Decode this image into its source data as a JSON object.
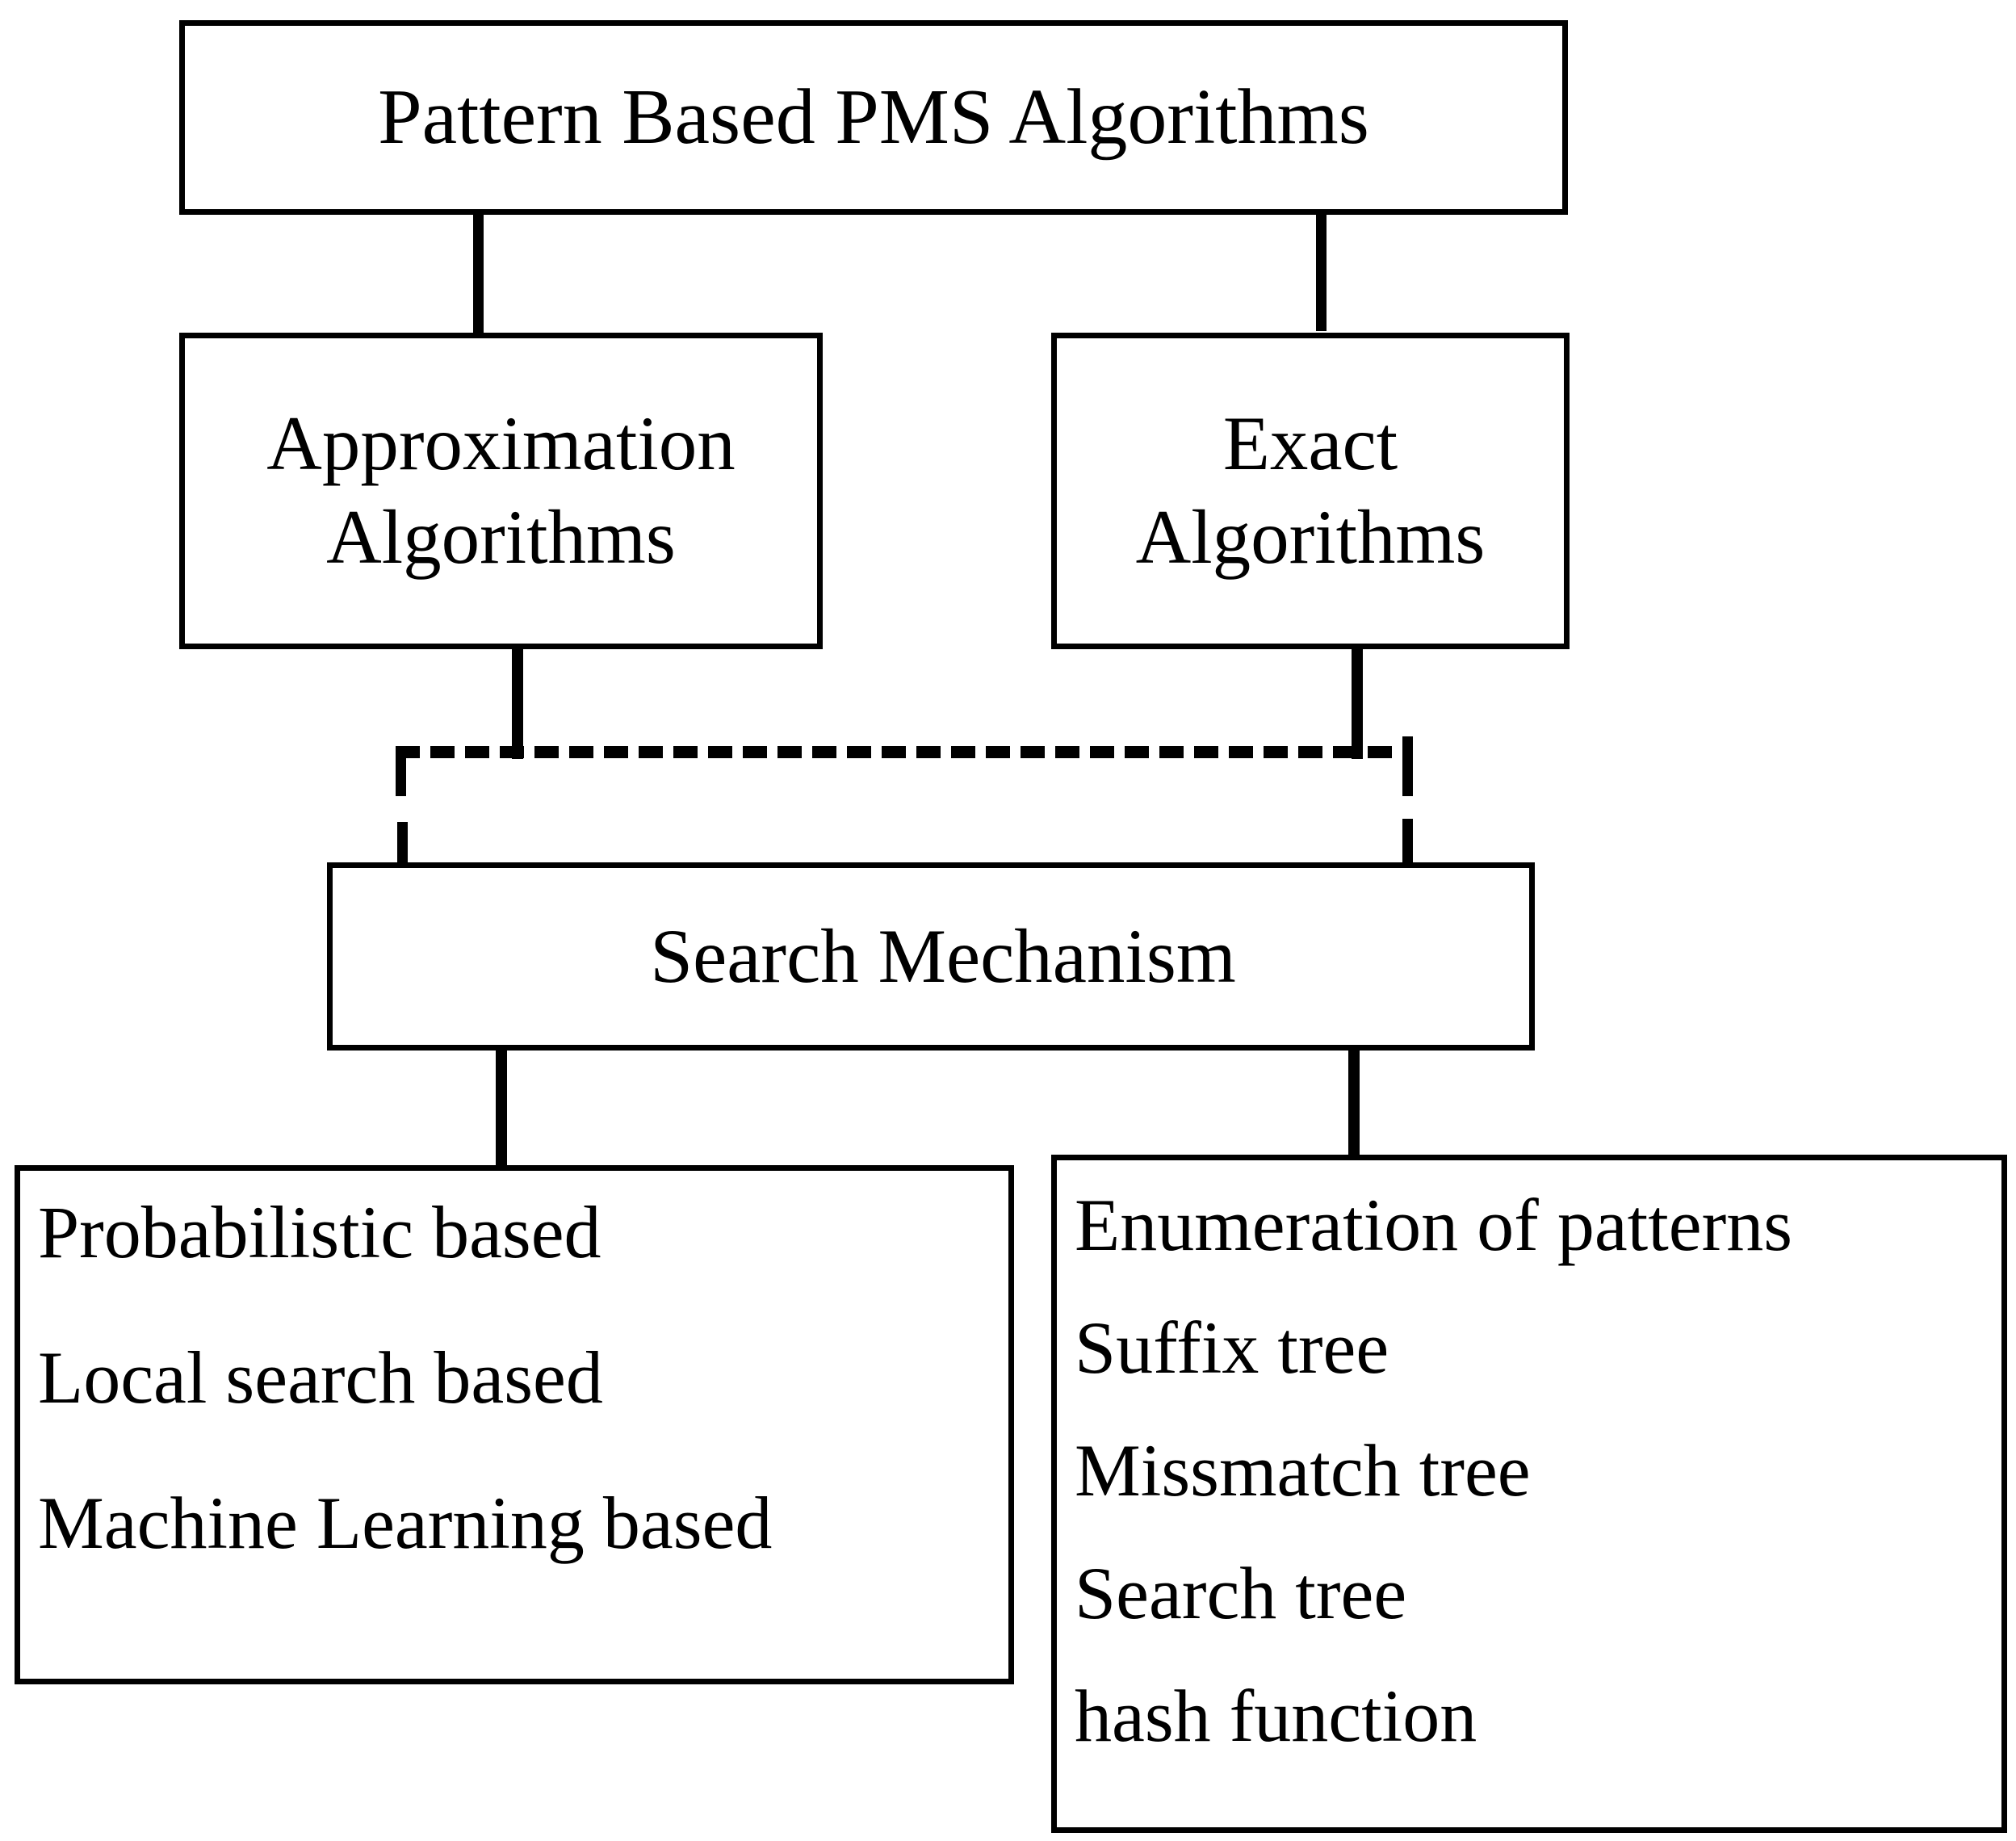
{
  "diagram": {
    "title": "Pattern Based PMS Algorithms",
    "type": "hierarchy-flowchart",
    "colors": {
      "stroke": "#000000",
      "fill": "#ffffff",
      "text": "#000000"
    },
    "nodes": {
      "root": {
        "label": "Pattern Based PMS Algorithms"
      },
      "approximation": {
        "label": "Approximation\nAlgorithms"
      },
      "exact": {
        "label": "Exact\nAlgorithms"
      },
      "search_mechanism": {
        "label": "Search Mechanism"
      },
      "approximation_methods": {
        "items": [
          "Probabilistic based",
          "Local search based",
          "Machine Learning based"
        ]
      },
      "exact_methods": {
        "items": [
          "Enumeration of patterns",
          "Suffix tree",
          "Missmatch tree",
          "Search tree",
          "hash function"
        ]
      }
    },
    "edges": [
      {
        "from": "root",
        "to": "approximation",
        "style": "solid"
      },
      {
        "from": "root",
        "to": "exact",
        "style": "solid"
      },
      {
        "from": "approximation",
        "to": "search_mechanism",
        "style": "dashed"
      },
      {
        "from": "exact",
        "to": "search_mechanism",
        "style": "dashed"
      },
      {
        "from": "search_mechanism",
        "to": "approximation_methods",
        "style": "solid"
      },
      {
        "from": "search_mechanism",
        "to": "exact_methods",
        "style": "solid"
      }
    ]
  }
}
